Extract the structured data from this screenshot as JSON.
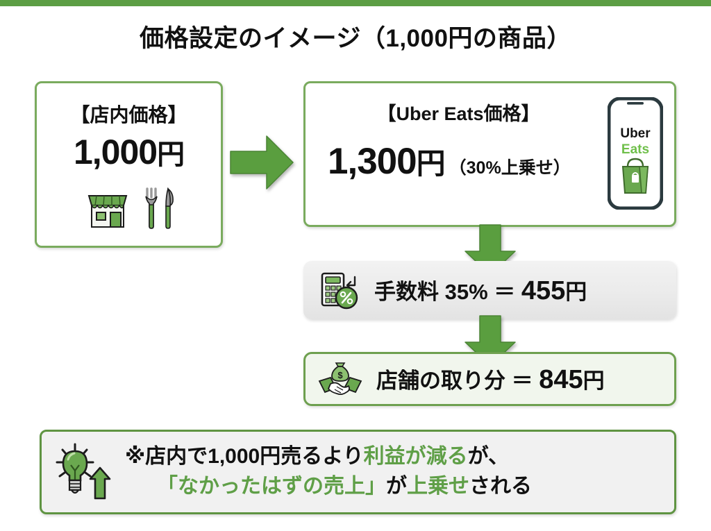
{
  "page": {
    "title": "価格設定のイメージ（1,000円の商品）",
    "accent_green": "#5c9e44",
    "border_green": "#7aab5e",
    "highlight_green": "#5f9f47",
    "text_black": "#111111"
  },
  "store_box": {
    "label": "【店内価格】",
    "price_number": "1,000",
    "price_unit": "円",
    "icons": [
      "storefront-icon",
      "fork-knife-icon"
    ]
  },
  "uber_box": {
    "label": "【Uber Eats価格】",
    "price_number": "1,300",
    "price_unit": "円",
    "markup_note": "（30%上乗せ）",
    "phone": {
      "brand_top": "Uber",
      "brand_bottom": "Eats",
      "icon": "shopping-bag-icon"
    }
  },
  "fee_bar": {
    "icon": "calculator-percent-icon",
    "label": "手数料 35% ＝ ",
    "amount": "455",
    "unit": "円"
  },
  "payout_bar": {
    "icon": "money-handshake-icon",
    "label": "店舗の取り分 ＝ ",
    "amount": "845",
    "unit": "円"
  },
  "note_box": {
    "icon": "lightbulb-growth-icon",
    "line1_part1": "※店内で1,000円売るより",
    "line1_green": "利益が減る",
    "line1_part2": "が、",
    "line2_green1": "「なかったはずの売上」",
    "line2_part1": "が",
    "line2_green2": "上乗せ",
    "line2_part2": "される"
  },
  "arrows": {
    "right": "arrow-right-icon",
    "down_1": "arrow-down-icon",
    "down_2": "arrow-down-icon"
  }
}
